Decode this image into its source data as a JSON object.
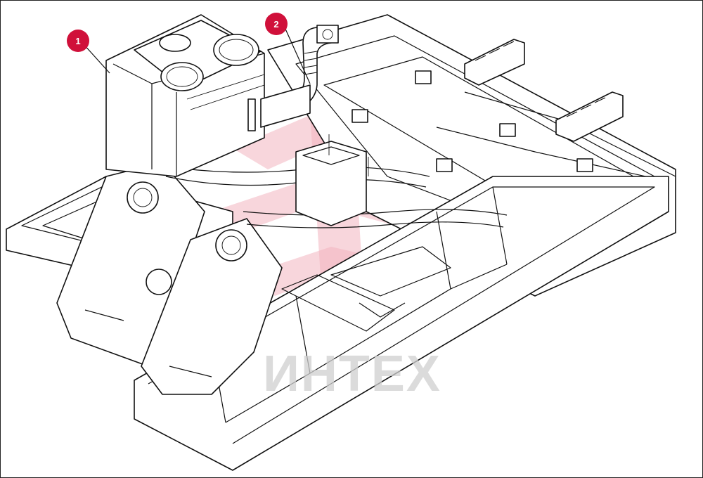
{
  "diagram": {
    "callouts": [
      {
        "number": "1",
        "target": "hydraulic-tank"
      },
      {
        "number": "2",
        "target": "suction-hose"
      }
    ],
    "watermark": {
      "text": "ИНТЕХ"
    },
    "colors": {
      "callout": "#d0103a",
      "lines": "#111111",
      "watermark_mark": "#f2b5bf",
      "watermark_text": "#cfcfcf"
    }
  }
}
